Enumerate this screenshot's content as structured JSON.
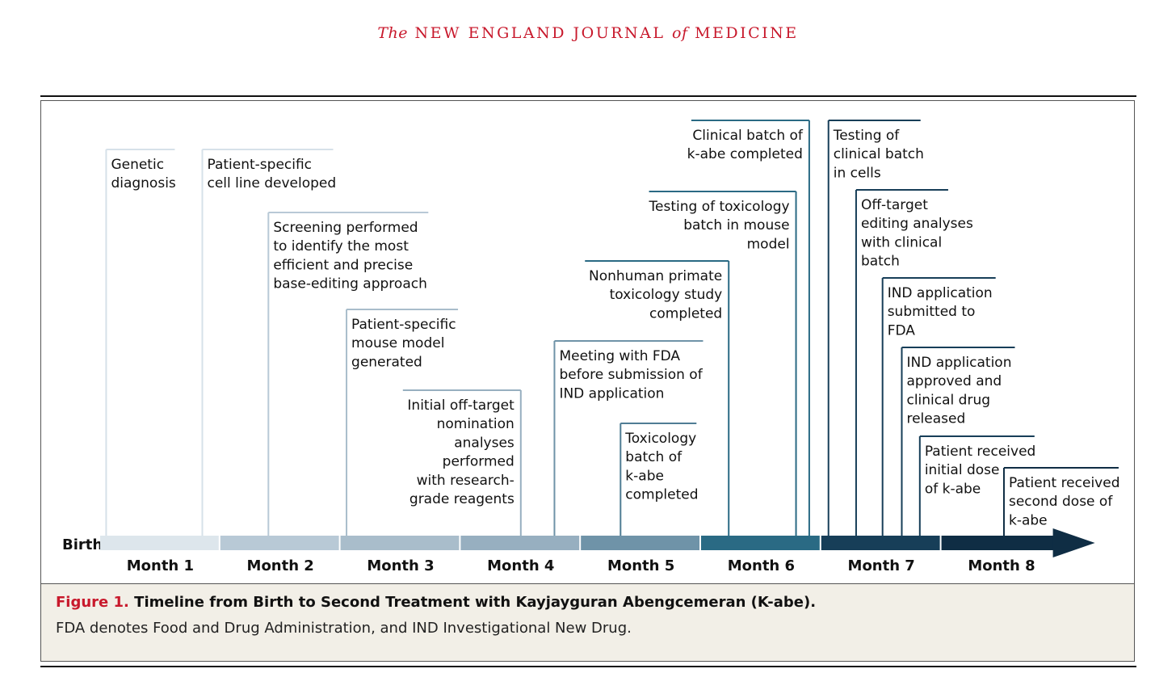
{
  "header": {
    "the": "The",
    "journal_a": "NEW ENGLAND JOURNAL",
    "of": "of",
    "journal_b": "MEDICINE"
  },
  "colors": {
    "accent_red": "#c8192c",
    "caption_bg": "#f2efe7",
    "arrow_dark": "#0f2d44"
  },
  "timeline": {
    "start_label": "Birth",
    "months": [
      "Month 1",
      "Month 2",
      "Month 3",
      "Month 4",
      "Month 5",
      "Month 6",
      "Month 7",
      "Month 8"
    ],
    "segment_colors": [
      "#dde6ec",
      "#b8c9d6",
      "#a9bdcb",
      "#97afc0",
      "#6f93a8",
      "#2a6a84",
      "#173e58",
      "#0f2d44"
    ]
  },
  "milestones": [
    {
      "lines": [
        "Genetic",
        "diagnosis"
      ],
      "month_pos": 0.05,
      "color": "#d6e1e9"
    },
    {
      "lines": [
        "Patient-specific",
        "cell line developed"
      ],
      "month_pos": 0.85,
      "color": "#d6e1e9"
    },
    {
      "lines": [
        "Screening performed",
        "to identify the most",
        "efficient and precise",
        "base-editing approach"
      ],
      "month_pos": 1.4,
      "color": "#b8c9d6"
    },
    {
      "lines": [
        "Patient-specific",
        "mouse model",
        "generated"
      ],
      "month_pos": 2.05,
      "color": "#a9bdcb"
    },
    {
      "lines": [
        "Initial off-target",
        "nomination ",
        "analyses",
        "performed",
        "with research-",
        "grade reagents"
      ],
      "month_pos": 3.5,
      "color": "#97afc0"
    },
    {
      "lines": [
        "Meeting with FDA",
        "before submission of",
        "IND application"
      ],
      "month_pos": 3.78,
      "color": "#6f93a8"
    },
    {
      "lines": [
        "Toxicology",
        "batch of",
        "k-abe",
        "completed"
      ],
      "month_pos": 4.33,
      "color": "#4f7c94"
    },
    {
      "lines": [
        "Nonhuman primate",
        "toxicology study",
        "completed"
      ],
      "month_pos": 5.23,
      "color": "#2a6a84"
    },
    {
      "lines": [
        "Testing of toxicology",
        "batch in mouse",
        "model"
      ],
      "month_pos": 5.79,
      "color": "#2a6a84"
    },
    {
      "lines": [
        "Clinical batch of",
        "k-abe completed"
      ],
      "month_pos": 5.9,
      "color": "#2a6a84"
    },
    {
      "lines": [
        "Testing of",
        "clinical batch",
        "in cells"
      ],
      "month_pos": 6.06,
      "color": "#173e58"
    },
    {
      "lines": [
        "Off-target",
        "editing analyses",
        "with clinical",
        "batch"
      ],
      "month_pos": 6.29,
      "color": "#173e58"
    },
    {
      "lines": [
        "IND application",
        "submitted to",
        "FDA"
      ],
      "month_pos": 6.51,
      "color": "#173e58"
    },
    {
      "lines": [
        "IND application",
        "approved and",
        "clinical drug",
        "released"
      ],
      "month_pos": 6.67,
      "color": "#173e58"
    },
    {
      "lines": [
        "Patient received",
        "initial dose",
        "of k-abe"
      ],
      "month_pos": 6.82,
      "color": "#173e58"
    },
    {
      "lines": [
        "Patient received",
        "second dose of",
        "k-abe"
      ],
      "month_pos": 7.52,
      "color": "#0f2d44"
    }
  ],
  "caption": {
    "figure_label": "Figure 1.",
    "title": "Timeline from Birth to Second Treatment with Kayjayguran Abengcemeran (K-abe).",
    "note": "FDA denotes Food and Drug Administration, and IND Investigational New Drug."
  }
}
